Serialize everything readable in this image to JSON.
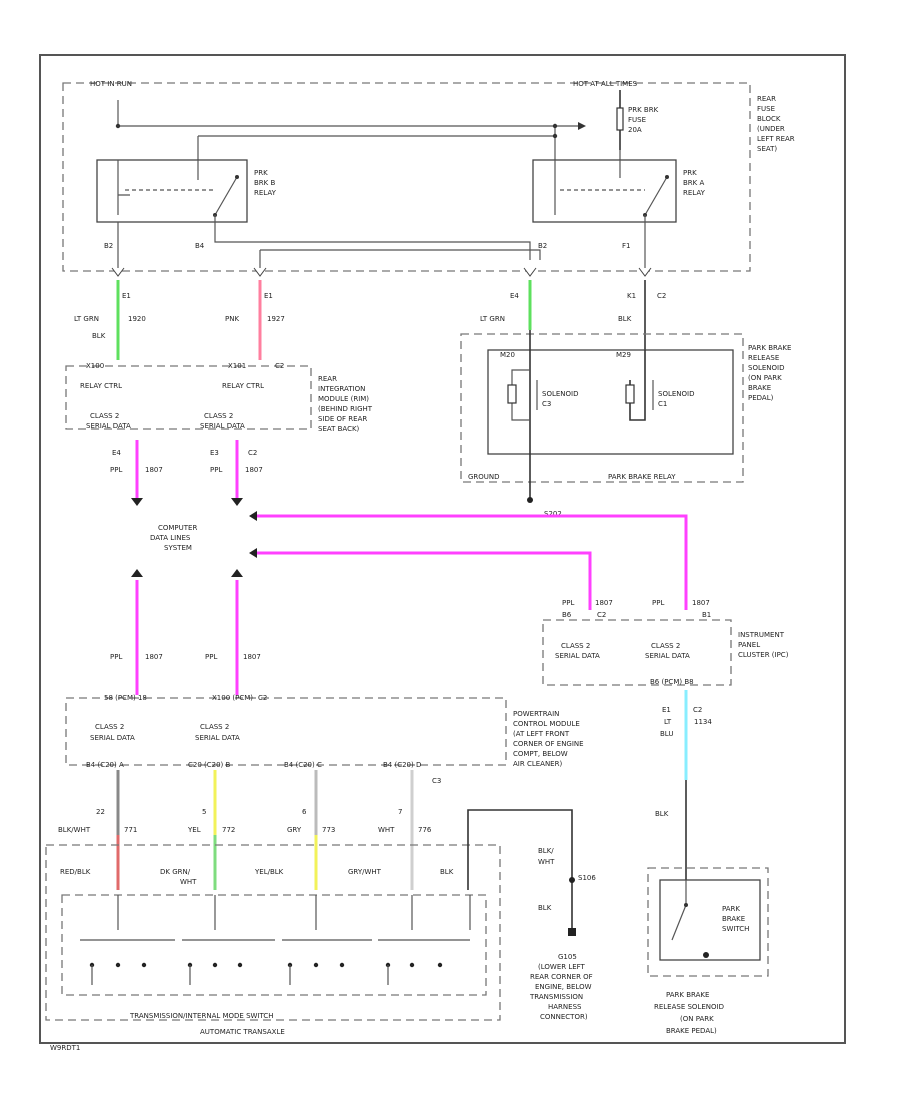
{
  "footer_code": "W9RDT1",
  "colors": {
    "ltgrn": "#5ee05e",
    "pnk": "#ff7f9f",
    "ppl": "#ff40ff",
    "ltblu": "#88eeff",
    "yel": "#f2f25a",
    "red": "#e06a6a",
    "grn": "#7edc7e",
    "wire": "#333333"
  },
  "labels": {
    "hot_run": "HOT IN RUN",
    "hot_all": "HOT AT ALL TIMES",
    "prk_brk_fuse_1": "PRK BRK",
    "prk_brk_fuse_2": "FUSE",
    "prk_brk_fuse_3": "20A",
    "rear_block_1": "REAR",
    "rear_block_2": "FUSE",
    "rear_block_3": "BLOCK",
    "rear_block_4": "(UNDER",
    "rear_block_5": "LEFT REAR",
    "rear_block_6": "SEAT)",
    "relay_b_1": "PRK",
    "relay_b_2": "BRK B",
    "relay_b_3": "RELAY",
    "relay_a_1": "PRK",
    "relay_a_2": "BRK A",
    "relay_a_3": "RELAY",
    "pin_b_l": "B2",
    "pin_b_r": "B4",
    "pin_a_l": "B2",
    "pin_a_r": "F1",
    "w1_pin": "E1",
    "w1_color": "LT GRN",
    "w1_color2": "BLK",
    "w1_circ": "1920",
    "w2_pin": "E1",
    "w2_color": "PNK",
    "w2_circ": "1927",
    "w3_pin": "E4",
    "w3_color": "LT GRN",
    "w4_pin": "K1",
    "w4_conn": "C2",
    "w4_color": "BLK",
    "rim_conn_1": "X100",
    "rim_conn_2": "X101",
    "rim_conn_3": "C2",
    "relay_ctrl_1": "RELAY CTRL",
    "relay_ctrl_2": "RELAY CTRL",
    "rim_1": "REAR",
    "rim_2": "INTEGRATION",
    "rim_3": "MODULE (RIM)",
    "rim_4": "(BEHIND RIGHT",
    "rim_5": "SIDE OF REAR",
    "rim_6": "SEAT BACK)",
    "class2_a1": "CLASS 2",
    "class2_a2": "SERIAL DATA",
    "class2_b1": "CLASS 2",
    "class2_b2": "SERIAL DATA",
    "rim_data_pin1": "E4",
    "rim_data_pin2": "E3",
    "rim_data_conn": "C2",
    "ppl": "PPL",
    "circ_1807": "1807",
    "sol_c1": "SOLENOID",
    "sol_c2": "C3",
    "sol_d1": "SOLENOID",
    "sol_d2": "C1",
    "relay_pin1": "M20",
    "relay_pin2": "M29",
    "pbr_1": "PARK BRAKE",
    "pbr_2": "RELEASE",
    "pbr_3": "SOLENOID",
    "pbr_4": "(ON PARK",
    "pbr_5": "BRAKE",
    "pbr_6": "PEDAL)",
    "park_brake_relay": "PARK BRAKE RELAY",
    "ground_label": "GROUND",
    "splice": "S202",
    "cds_1": "COMPUTER",
    "cds_2": "DATA LINES",
    "cds_3": "SYSTEM",
    "ipc_pin1": "B6",
    "ipc_conn1": "C2",
    "ipc_pin2": "B1",
    "ipc_class1": "CLASS 2",
    "ipc_class2": "SERIAL DATA",
    "ipc_class3": "CLASS 2",
    "ipc_class4": "SERIAL DATA",
    "ipc_1": "INSTRUMENT",
    "ipc_2": "PANEL",
    "ipc_3": "CLUSTER (IPC)",
    "ipc_conn_bottom": "B6 (PCM) B8",
    "pcm_pin": "58 (PCM) 18",
    "pcm_pin2": "X100 (PCM)",
    "pcm_conn": "C2",
    "pcm_1": "POWERTRAIN",
    "pcm_2": "CONTROL MODULE",
    "pcm_3": "(AT LEFT FRONT",
    "pcm_4": "CORNER OF ENGINE",
    "pcm_5": "COMPT, BELOW",
    "pcm_6": "AIR CLEANER)",
    "ipc_out_pin": "E1",
    "ipc_out_conn": "C2",
    "ipc_out_color": "LT",
    "ipc_out_color2": "BLU",
    "ipc_out_circ": "1134",
    "blk_lbl": "BLK",
    "pcm_out1_conn": "B4 (C20) A",
    "pcm_out2_conn": "C20 (C20) B",
    "pcm_out3_conn": "B4 (C20) C",
    "pcm_out4_conn": "B4 (C20) D",
    "pcm_out4_pin": "C3",
    "w_a_pin": "22",
    "w_a_color": "BLK/WHT",
    "w_a_circ": "771",
    "w_b_pin": "5",
    "w_b_color": "YEL",
    "w_b_circ": "772",
    "w_c_pin": "6",
    "w_c_color": "GRY",
    "w_c_circ": "773",
    "w_d_pin": "7",
    "w_d_color": "WHT",
    "w_d_circ": "776",
    "sw_a": "RED/BLK",
    "sw_b": "DK GRN/",
    "sw_b2": "WHT",
    "sw_c": "YEL/BLK",
    "sw_d": "GRY/WHT",
    "sw_e": "BLK",
    "trans_1": "TRANSMISSION/INTERNAL MODE SWITCH",
    "trans_2": "AUTOMATIC TRANSAXLE",
    "g_blk1": "BLK/",
    "g_blk2": "WHT",
    "g_circ": "S106",
    "g_blk3": "BLK",
    "g105_1": "G105",
    "g105_2": "(LOWER LEFT",
    "g105_3": "REAR CORNER OF",
    "g105_4": "ENGINE, BELOW",
    "g105_5": "TRANSMISSION",
    "g105_6": "HARNESS",
    "g105_7": "CONNECTOR)",
    "pbs_1": "PARK",
    "pbs_2": "BRAKE",
    "pbs_3": "SWITCH",
    "pbs_bottom1": "PARK BRAKE",
    "pbs_bottom2": "RELEASE SOLENOID",
    "pbs_bottom3": "(ON PARK",
    "pbs_bottom4": "BRAKE PEDAL)"
  }
}
